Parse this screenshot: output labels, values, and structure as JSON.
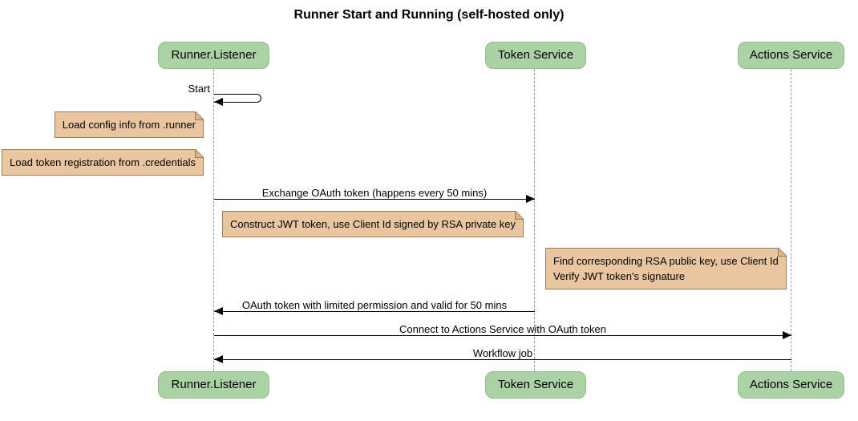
{
  "diagram": {
    "title": "Runner Start and Running (self-hosted only)",
    "participants": [
      {
        "name": "Runner.Listener"
      },
      {
        "name": "Token Service"
      },
      {
        "name": "Actions Service"
      }
    ],
    "messages": [
      {
        "label": "Start",
        "from": "Runner.Listener",
        "to": "Runner.Listener",
        "kind": "self"
      },
      {
        "label": "Exchange OAuth token (happens every 50 mins)",
        "from": "Runner.Listener",
        "to": "Token Service",
        "kind": "solid-arrow"
      },
      {
        "label": "OAuth token with limited permission and valid for 50 mins",
        "from": "Token Service",
        "to": "Runner.Listener",
        "kind": "solid-arrow"
      },
      {
        "label": "Connect to Actions Service with OAuth token",
        "from": "Runner.Listener",
        "to": "Actions Service",
        "kind": "solid-arrow"
      },
      {
        "label": "Workflow job",
        "from": "Actions Service",
        "to": "Runner.Listener",
        "kind": "solid-arrow"
      }
    ],
    "notes": [
      {
        "lines": [
          "Load config info from .runner"
        ],
        "position": "left of Runner.Listener"
      },
      {
        "lines": [
          "Load token registration from .credentials"
        ],
        "position": "left of Runner.Listener"
      },
      {
        "lines": [
          "Construct JWT token, use Client Id signed by RSA private key"
        ],
        "position": "right of Runner.Listener"
      },
      {
        "lines": [
          "Find corresponding RSA public key, use Client Id",
          "Verify JWT token's signature"
        ],
        "position": "right of Token Service"
      }
    ],
    "colors": {
      "participant_fill": "#aad2a4",
      "participant_border": "#90bd8a",
      "note_fill": "#e9c6a0",
      "note_border": "#9c7e55",
      "lifeline": "#999999",
      "message_line": "#000000",
      "text": "#000000",
      "background": "#ffffff"
    }
  }
}
